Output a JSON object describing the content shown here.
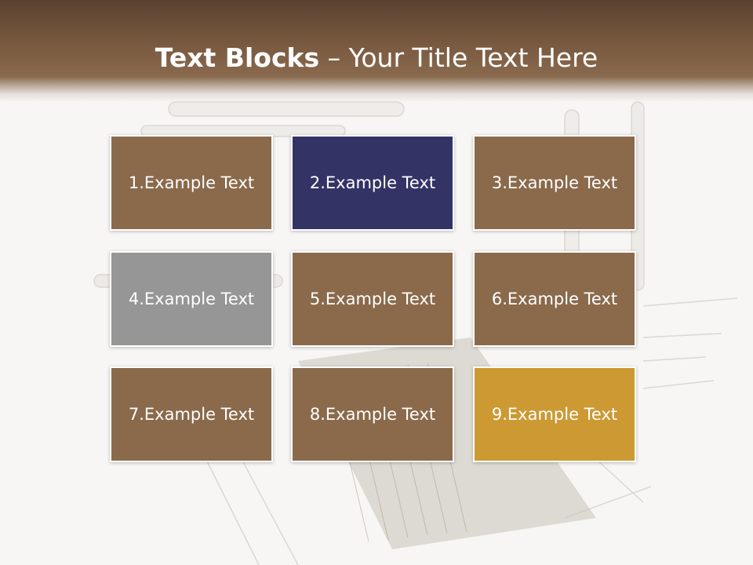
{
  "slide": {
    "title_bold": "Text Blocks",
    "title_dash": "–",
    "title_rest": "Your Title Text Here"
  },
  "colors": {
    "header": "#7a5a40",
    "brown": "#8a6a4b",
    "navy": "#333366",
    "gray": "#969696",
    "gold": "#cc9933"
  },
  "blocks": [
    {
      "label": "1.Example Text",
      "color": "#8a6a4b"
    },
    {
      "label": "2.Example Text",
      "color": "#333366"
    },
    {
      "label": "3.Example Text",
      "color": "#8a6a4b"
    },
    {
      "label": "4.Example Text",
      "color": "#969696"
    },
    {
      "label": "5.Example Text",
      "color": "#8a6a4b"
    },
    {
      "label": "6.Example Text",
      "color": "#8a6a4b"
    },
    {
      "label": "7.Example Text",
      "color": "#8a6a4b"
    },
    {
      "label": "8.Example Text",
      "color": "#8a6a4b"
    },
    {
      "label": "9.Example Text",
      "color": "#cc9933"
    }
  ]
}
